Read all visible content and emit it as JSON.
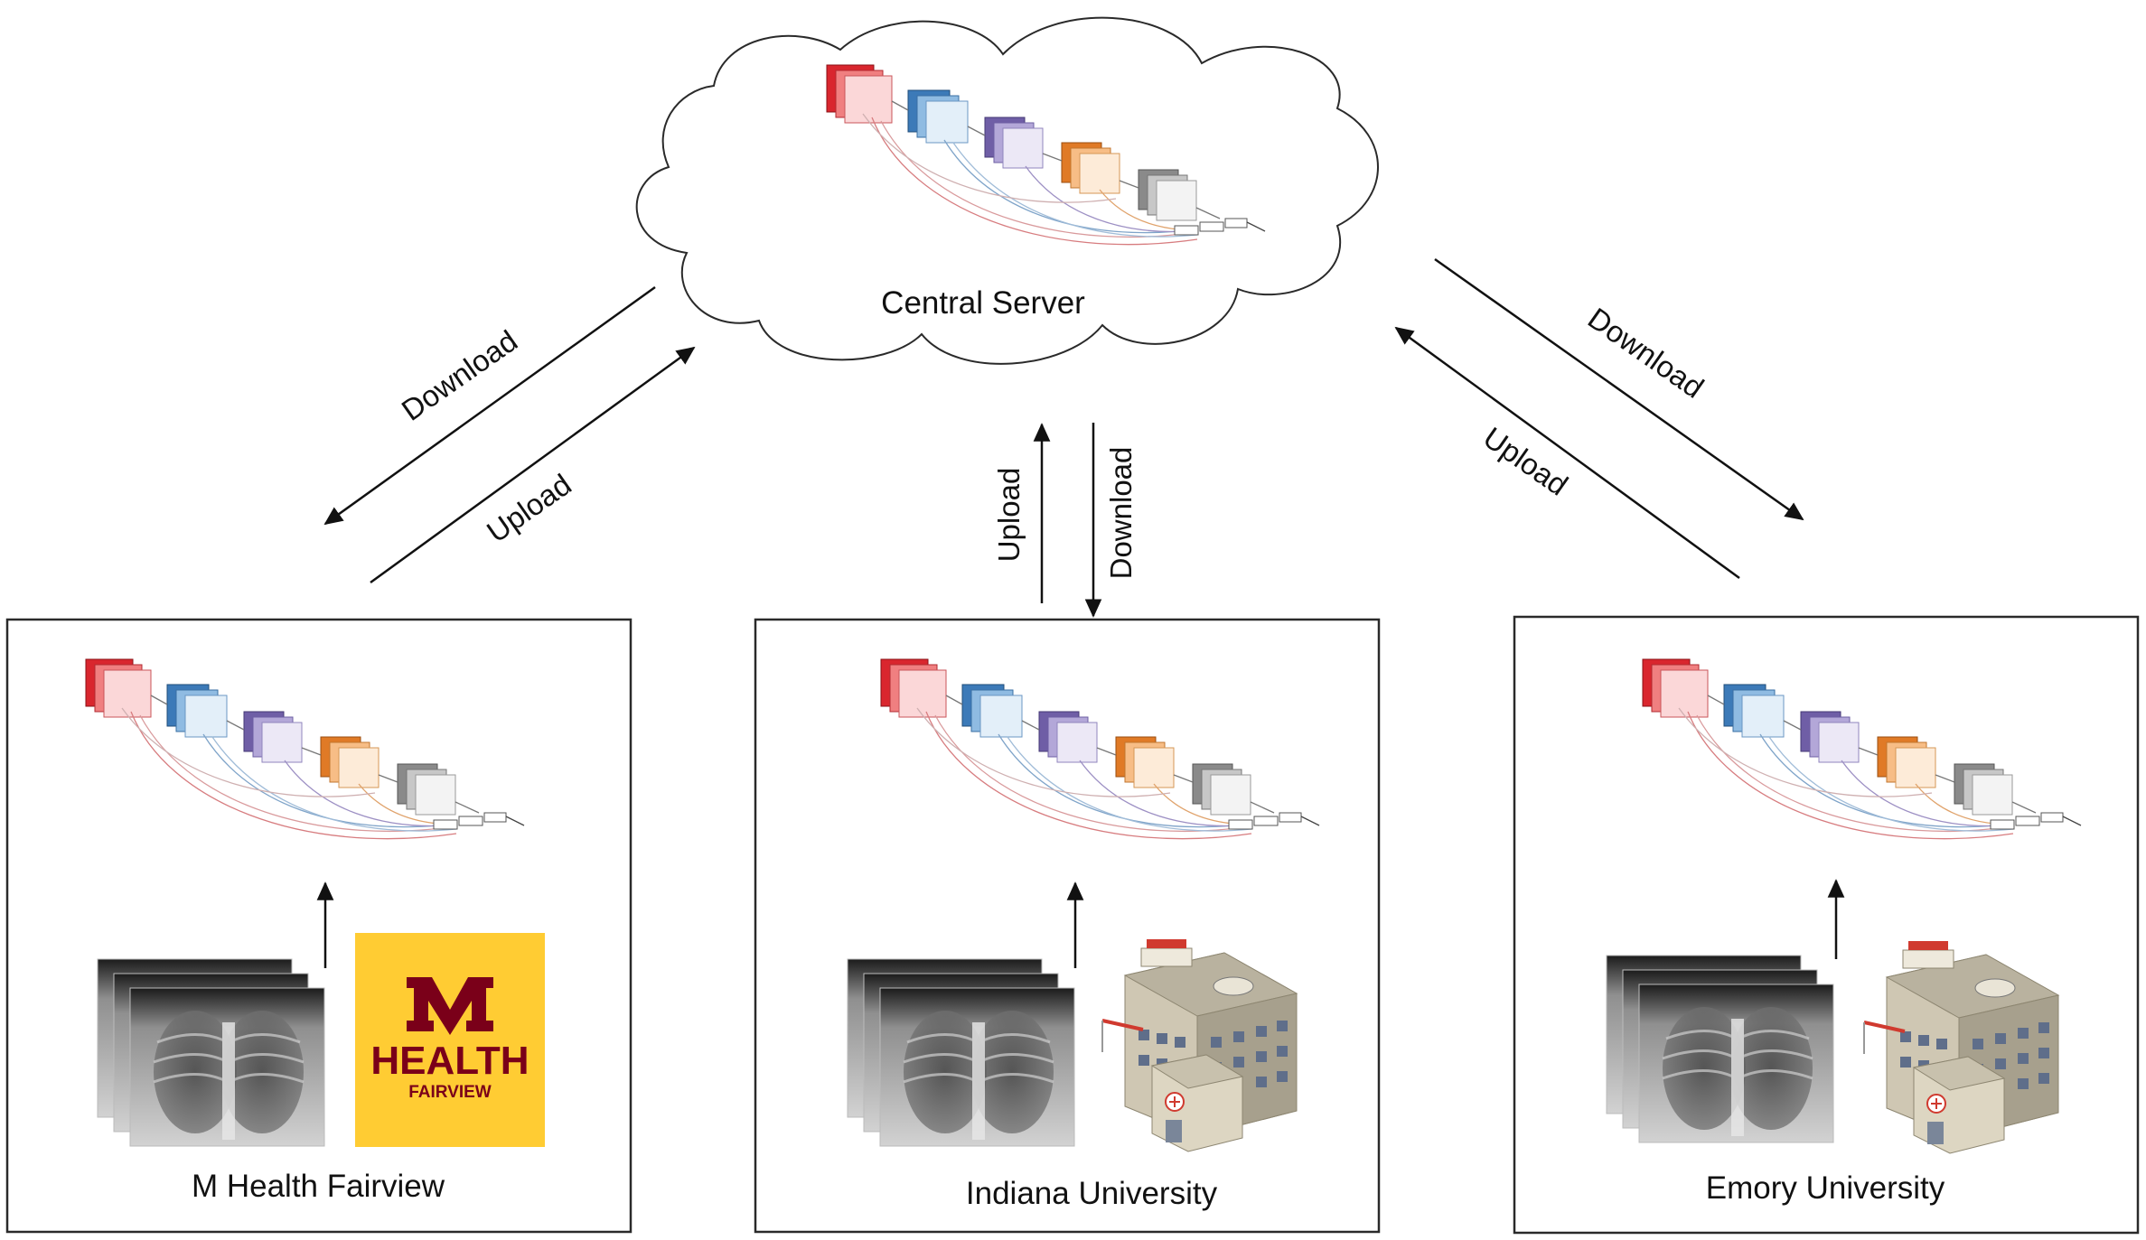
{
  "server": {
    "label": "Central Server"
  },
  "sites": [
    {
      "label": "M Health Fairview",
      "logo": {
        "wordmark": "HEALTH",
        "sub": "FAIRVIEW",
        "bg_color": "#FFCC33",
        "mark_color": "#7A0019"
      }
    },
    {
      "label": "Indiana University"
    },
    {
      "label": "Emory University"
    }
  ],
  "links": {
    "left": {
      "download": "Download",
      "upload": "Upload"
    },
    "center": {
      "download": "Download",
      "upload": "Upload"
    },
    "right": {
      "download": "Download",
      "upload": "Upload"
    }
  },
  "network_colors": [
    "#e0303a",
    "#4f8fcf",
    "#8a78bf",
    "#ec9a4f",
    "#a8a8a8"
  ],
  "icons": [
    "cloud-icon",
    "neural-network-icon",
    "chest-xray-icon",
    "hospital-building-icon",
    "university-m-logo"
  ]
}
